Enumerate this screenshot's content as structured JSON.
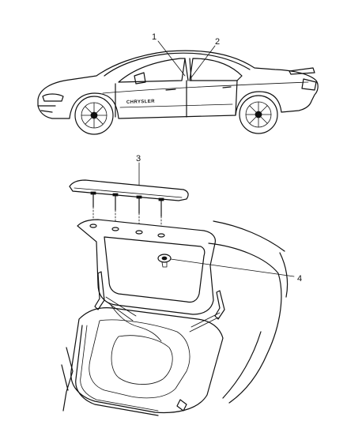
{
  "callouts": [
    {
      "label": "1"
    },
    {
      "label": "2"
    },
    {
      "label": "3"
    },
    {
      "label": "4"
    }
  ],
  "car_badge": "CHRYSLER",
  "line_color": "#111111",
  "background_color": "#ffffff"
}
